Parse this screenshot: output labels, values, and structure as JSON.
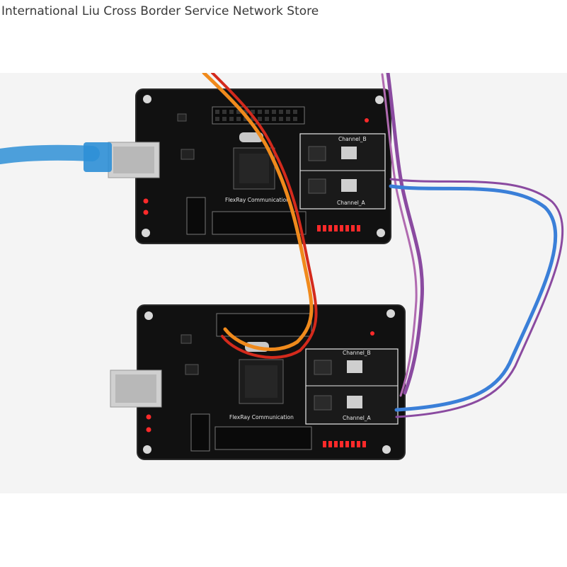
{
  "store": {
    "title": "International Liu Cross Border Service Network Store"
  },
  "board_top": {
    "label_channel_b": "Channel_B",
    "label_channel_a": "Channel_A",
    "label_comm": "FlexRay Communication"
  },
  "board_bottom": {
    "label_channel_b": "Channel_B",
    "label_channel_a": "Channel_A",
    "label_comm": "FlexRay Communication"
  },
  "colors": {
    "pcb": "#111111",
    "pcb_edge": "#2a2a2a",
    "silk": "#e8e8e8",
    "led_red": "#ff2a2a",
    "usb_cable": "#2e8fd6",
    "orange_wire": "#f08a1c",
    "red_wire": "#d42a1c",
    "purple_wire": "#8a4aa0",
    "blue_wire": "#3a7fd8"
  }
}
